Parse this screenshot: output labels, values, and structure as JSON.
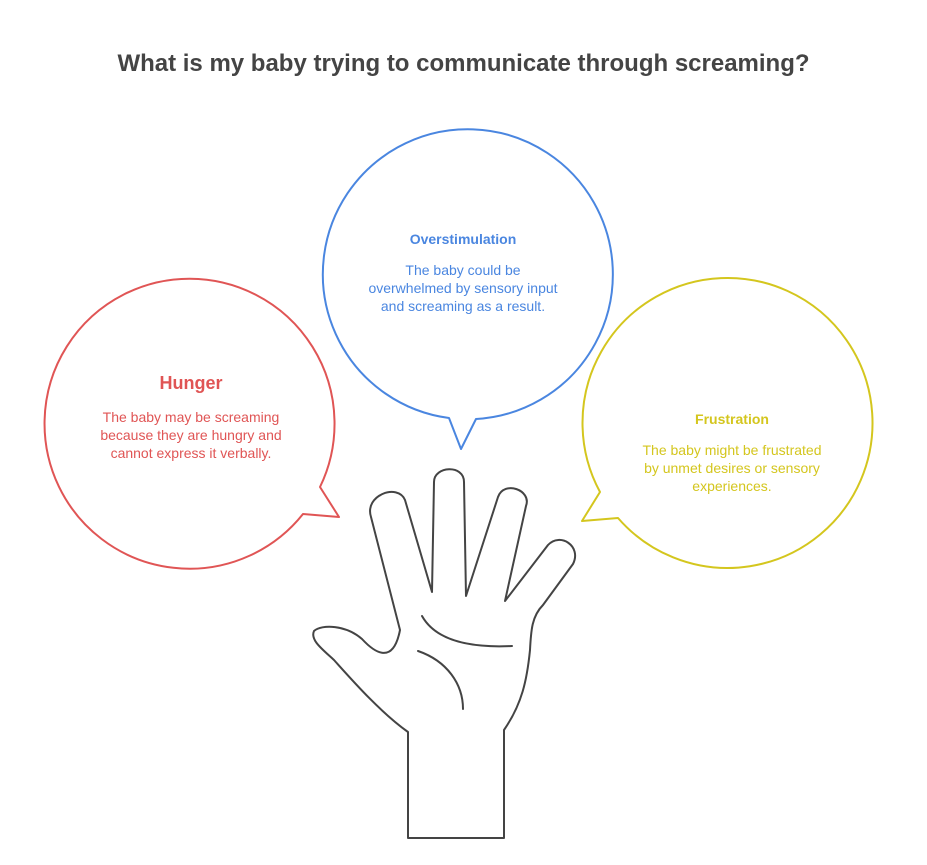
{
  "title": "What is my baby trying to communicate through screaming?",
  "colors": {
    "hunger": "#e05555",
    "overstimulation": "#4a86e0",
    "frustration": "#d4c61e",
    "hand": "#444444",
    "title": "#444444"
  },
  "bubbles": {
    "hunger": {
      "title": "Hunger",
      "body": "The baby may be screaming because they are hungry and cannot express it verbally."
    },
    "overstimulation": {
      "title": "Overstimulation",
      "body": "The baby could be overwhelmed by sensory input and screaming as a result."
    },
    "frustration": {
      "title": "Frustration",
      "body": "The baby might be frustrated by unmet desires or sensory experiences."
    }
  }
}
